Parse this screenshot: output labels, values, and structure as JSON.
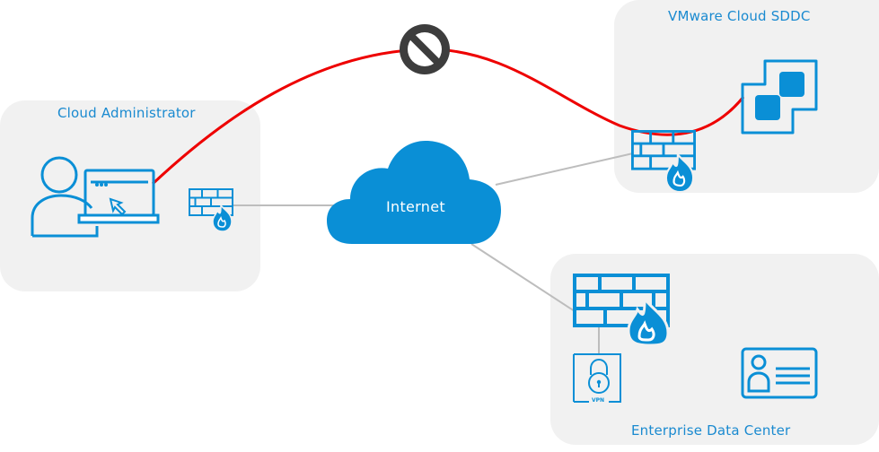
{
  "diagram": {
    "title": "Blocked direct connection between Cloud Administrator and VMware Cloud SDDC",
    "zones": {
      "admin": {
        "label": "Cloud Administrator"
      },
      "sddc": {
        "label": "VMware Cloud SDDC"
      },
      "enterprise": {
        "label": "Enterprise Data Center"
      }
    },
    "internet": {
      "label": "Internet"
    },
    "vpn": {
      "label": "VPN"
    },
    "icons": {
      "admin": [
        "user-laptop-icon",
        "firewall-icon"
      ],
      "sddc": [
        "firewall-icon",
        "vmware-logo-icon"
      ],
      "enterprise": [
        "firewall-icon",
        "vpn-lock-icon",
        "id-card-icon"
      ],
      "connection": [
        "blocked-icon"
      ]
    },
    "colors": {
      "accent": "#0a8fd6",
      "blocked_line": "#ee0000",
      "blocked_icon": "#3d3d3d",
      "link_line": "#bdbdbd",
      "zone_bg": "#f1f1f1"
    }
  }
}
